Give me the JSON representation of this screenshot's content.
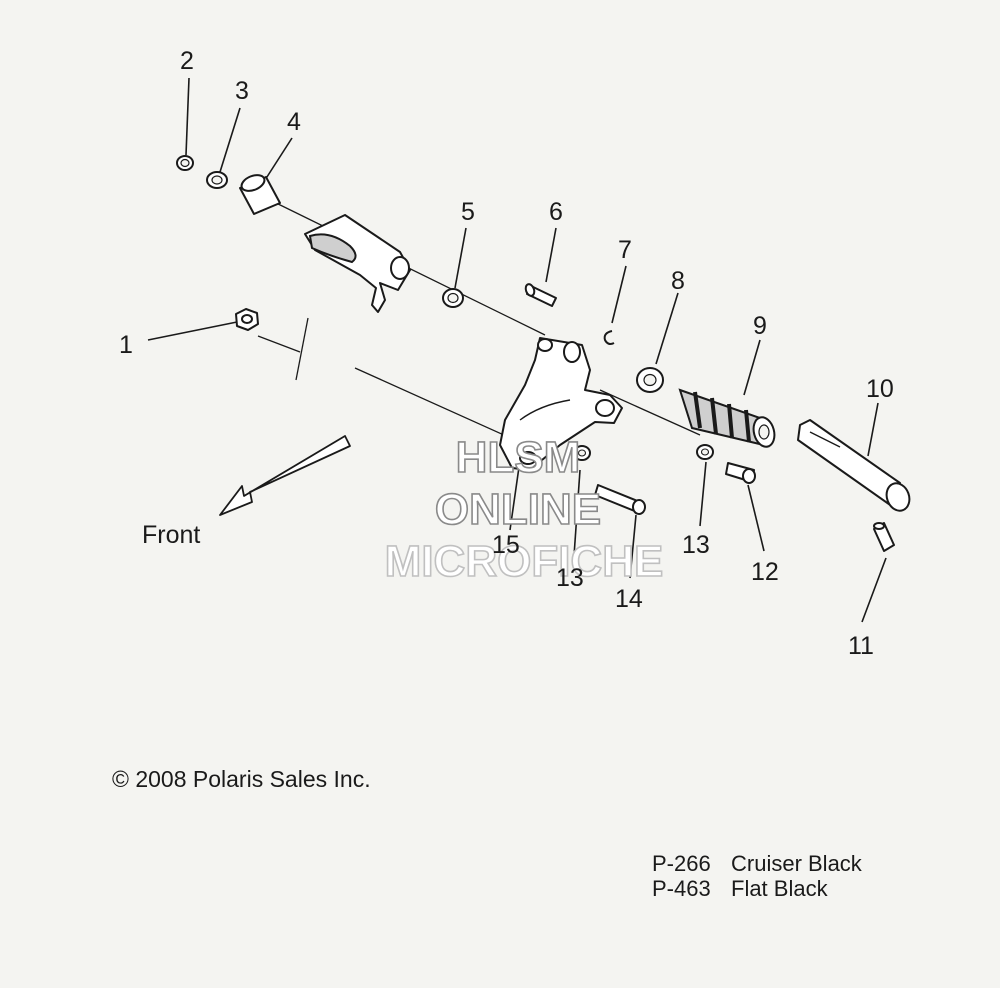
{
  "diagram": {
    "callouts": {
      "c1": "1",
      "c2": "2",
      "c3": "3",
      "c4": "4",
      "c5": "5",
      "c6": "6",
      "c7": "7",
      "c8": "8",
      "c9": "9",
      "c10": "10",
      "c11": "11",
      "c12": "12",
      "c13a": "13",
      "c13b": "13",
      "c14": "14",
      "c15": "15"
    },
    "direction_label": "Front",
    "copyright": "© 2008 Polaris Sales Inc.",
    "color_codes": [
      {
        "code": "P-266",
        "name": "Cruiser Black"
      },
      {
        "code": "P-463",
        "name": "Flat Black"
      }
    ],
    "watermark": {
      "line1": "HLSM",
      "line2": "ONLINE",
      "line3": "MICROFICHE"
    }
  }
}
